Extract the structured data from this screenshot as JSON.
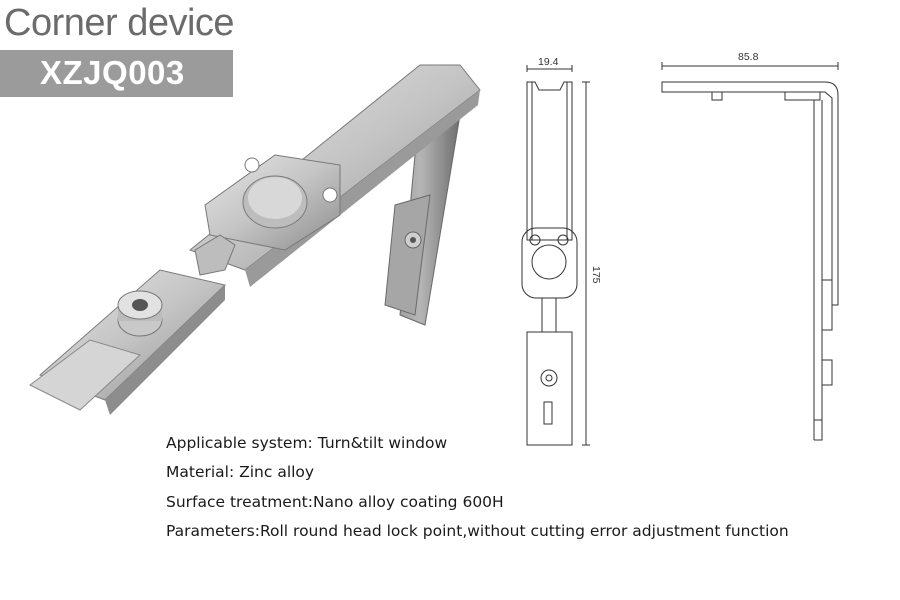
{
  "title": "Corner device",
  "model": "XZJQ003",
  "specs": [
    "Applicable system: Turn&tilt window",
    "Material: Zinc alloy",
    "Surface treatment:Nano alloy coating 600H",
    "Parameters:Roll round head lock point,without cutting error adjustment function"
  ],
  "drawing": {
    "front_width": "19.4",
    "height": "175",
    "side_width": "85.8"
  },
  "colors": {
    "title": "#6b6b6b",
    "band": "#9b9b9b",
    "metal": "#c9c9c9"
  }
}
